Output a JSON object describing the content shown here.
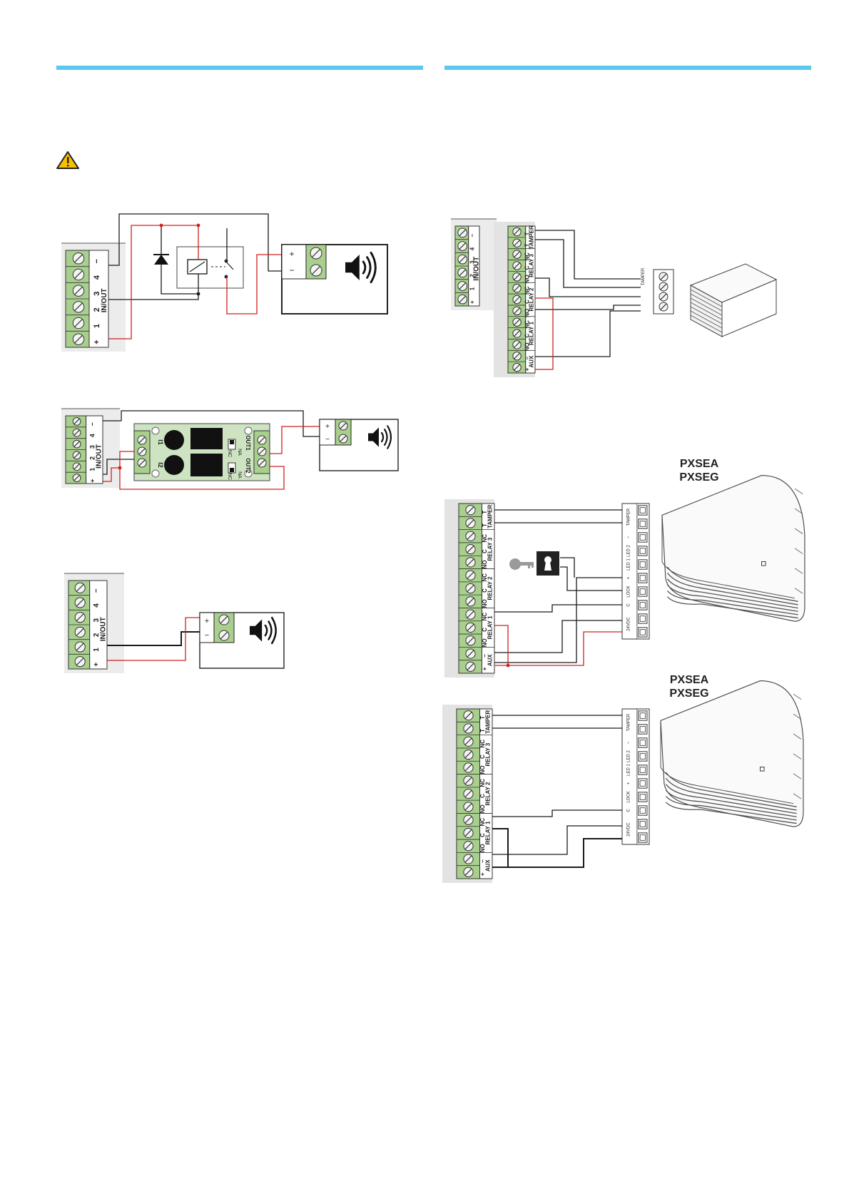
{
  "colors": {
    "accent_bar": "#5bc8f0",
    "terminal_green": "#a9cf8e",
    "wire_red": "#d02020",
    "wire_black": "#1a1a1a",
    "warning_yellow": "#f5c000",
    "panel_grey": "#e3e3e3"
  },
  "terminal_labels": {
    "in_out": "IN/OUT",
    "plus": "+",
    "minus": "−",
    "n1": "1",
    "n2": "2",
    "n3": "3",
    "n4": "4",
    "tamper": "TAMPER",
    "t": "T",
    "relay3": "RELAY 3",
    "relay2": "RELAY 2",
    "relay1": "RELAY 1",
    "nc": "NC",
    "c": "C",
    "no": "NO",
    "aux": "AUX"
  },
  "relay_board_labels": {
    "i1": "I1",
    "i2": "I2",
    "out1": "OUT1",
    "out2": "OUT2",
    "nc": "NC",
    "na": "NA"
  },
  "siren_terminal_labels": {
    "tamper": "TAMPER",
    "led2": "LED 2",
    "led1": "LED 1",
    "lock": "LOCK",
    "c": "C",
    "vdc": "24VDC"
  },
  "siren_models": {
    "top": [
      "PXSEA",
      "PXSEG"
    ],
    "bottom": [
      "PXSEA",
      "PXSEG"
    ]
  },
  "icons": [
    "warning-icon",
    "speaker-icon",
    "key-icon",
    "keyhole-icon",
    "diode-icon",
    "relay-coil-icon"
  ]
}
